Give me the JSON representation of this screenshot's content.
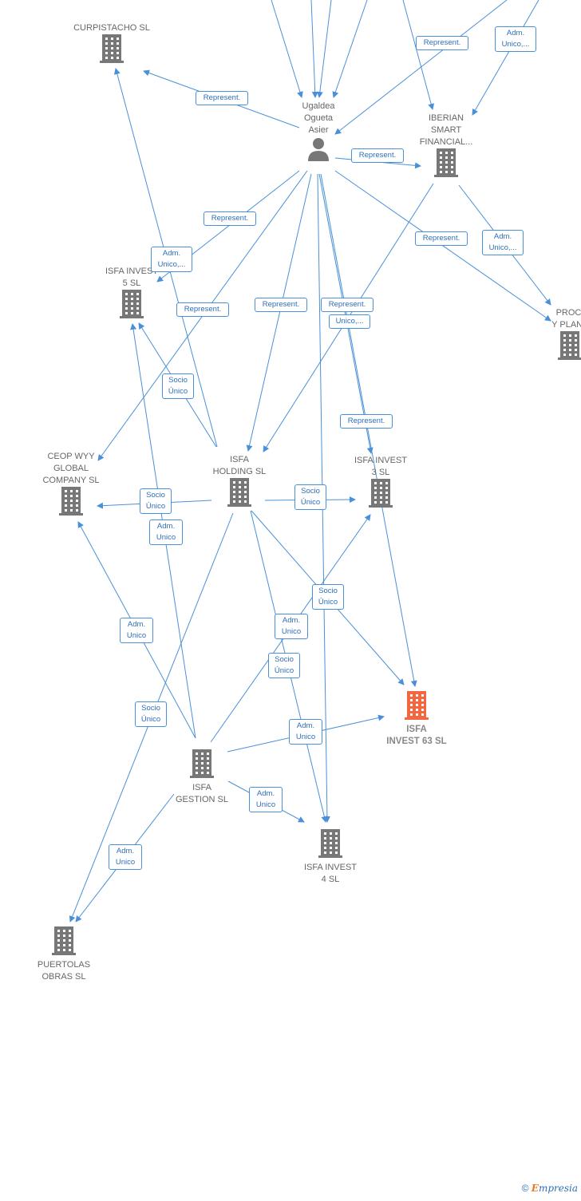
{
  "colors": {
    "edge": "#4a90d9",
    "company": "#777777",
    "focus": "#f4663f",
    "person": "#777777"
  },
  "nodes": [
    {
      "id": "curpistacho",
      "label": "CURPISTACHO SL",
      "icon": "building-icon"
    },
    {
      "id": "ugaldea",
      "label": "Ugaldea\nOgueta\nAsier",
      "icon": "person-icon"
    },
    {
      "id": "iberian",
      "label": "IBERIAN\nSMART\nFINANCIAL...",
      "icon": "building-icon"
    },
    {
      "id": "isfa5",
      "label": "ISFA INVEST\n5  SL",
      "icon": "building-icon"
    },
    {
      "id": "proc",
      "label": "PROCI\nY PLANT",
      "icon": "building-icon"
    },
    {
      "id": "ceop",
      "label": "CEOP WYY\nGLOBAL\nCOMPANY SL",
      "icon": "building-icon"
    },
    {
      "id": "holding",
      "label": "ISFA\nHOLDING  SL",
      "icon": "building-icon"
    },
    {
      "id": "isfa3",
      "label": "ISFA INVEST\n3  SL",
      "icon": "building-icon"
    },
    {
      "id": "isfa63",
      "label": "ISFA\nINVEST 63  SL",
      "icon": "building-icon"
    },
    {
      "id": "gestion",
      "label": "ISFA\nGESTION  SL",
      "icon": "building-icon"
    },
    {
      "id": "isfa4",
      "label": "ISFA INVEST\n4  SL",
      "icon": "building-icon"
    },
    {
      "id": "puertolas",
      "label": "PUERTOLAS\nOBRAS  SL",
      "icon": "building-icon"
    }
  ],
  "tags": [
    "Represent.",
    "Adm.\nUnico,...",
    "Represent.",
    "Represent.",
    "Represent.",
    "Adm.\nUnico,...",
    "Adm.\nUnico,...",
    "Represent.",
    "Represent.",
    "Represent.",
    "Unico,...",
    "Socio\nÚnico",
    "Represent.",
    "Socio\nÚnico",
    "Adm.\nUnico",
    "Represent.",
    "Socio\nÚnico",
    "Socio\nÚnico",
    "Adm.\nUnico",
    "Adm.\nUnico",
    "Socio\nÚnico",
    "Socio\nÚnico",
    "Adm.\nUnico",
    "Adm.\nUnico",
    "Adm.\nUnico"
  ],
  "footer": {
    "copyright": "©",
    "brand": "mpresia",
    "brand_initial": "E"
  }
}
